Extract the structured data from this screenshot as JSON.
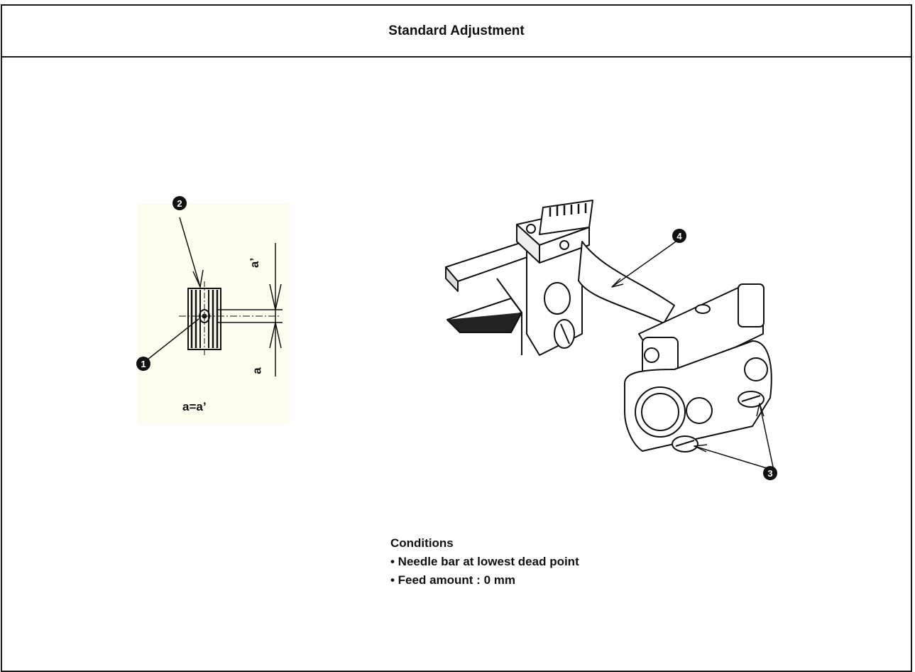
{
  "header": {
    "title": "Standard Adjustment"
  },
  "diagram": {
    "callouts": [
      "1",
      "2",
      "3",
      "4"
    ],
    "dim_a": "a",
    "dim_a_prime": "a’",
    "equation": "a=a’"
  },
  "conditions": {
    "heading": "Conditions",
    "items": [
      "• Needle bar at lowest dead point",
      "• Feed amount : 0 mm"
    ]
  }
}
